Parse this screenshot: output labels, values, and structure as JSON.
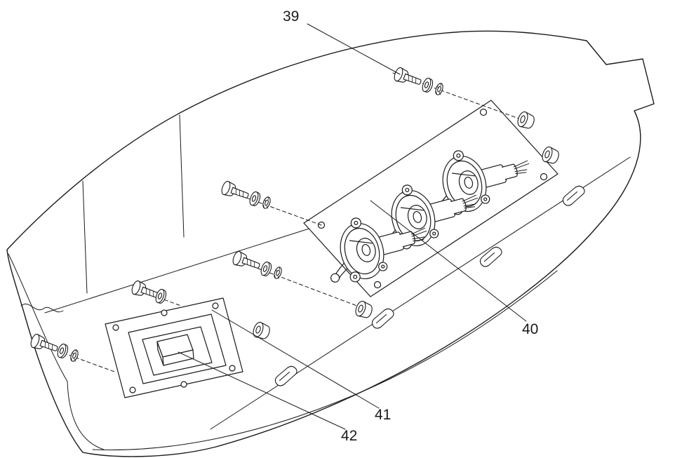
{
  "figure": {
    "kind": "exploded-view-line-drawing",
    "labels": [
      {
        "ref": "39",
        "text": "39"
      },
      {
        "ref": "40",
        "text": "40"
      },
      {
        "ref": "41",
        "text": "41"
      },
      {
        "ref": "42",
        "text": "42"
      }
    ],
    "colors": {
      "line": "#1a1a1a",
      "background": "#ffffff"
    }
  }
}
